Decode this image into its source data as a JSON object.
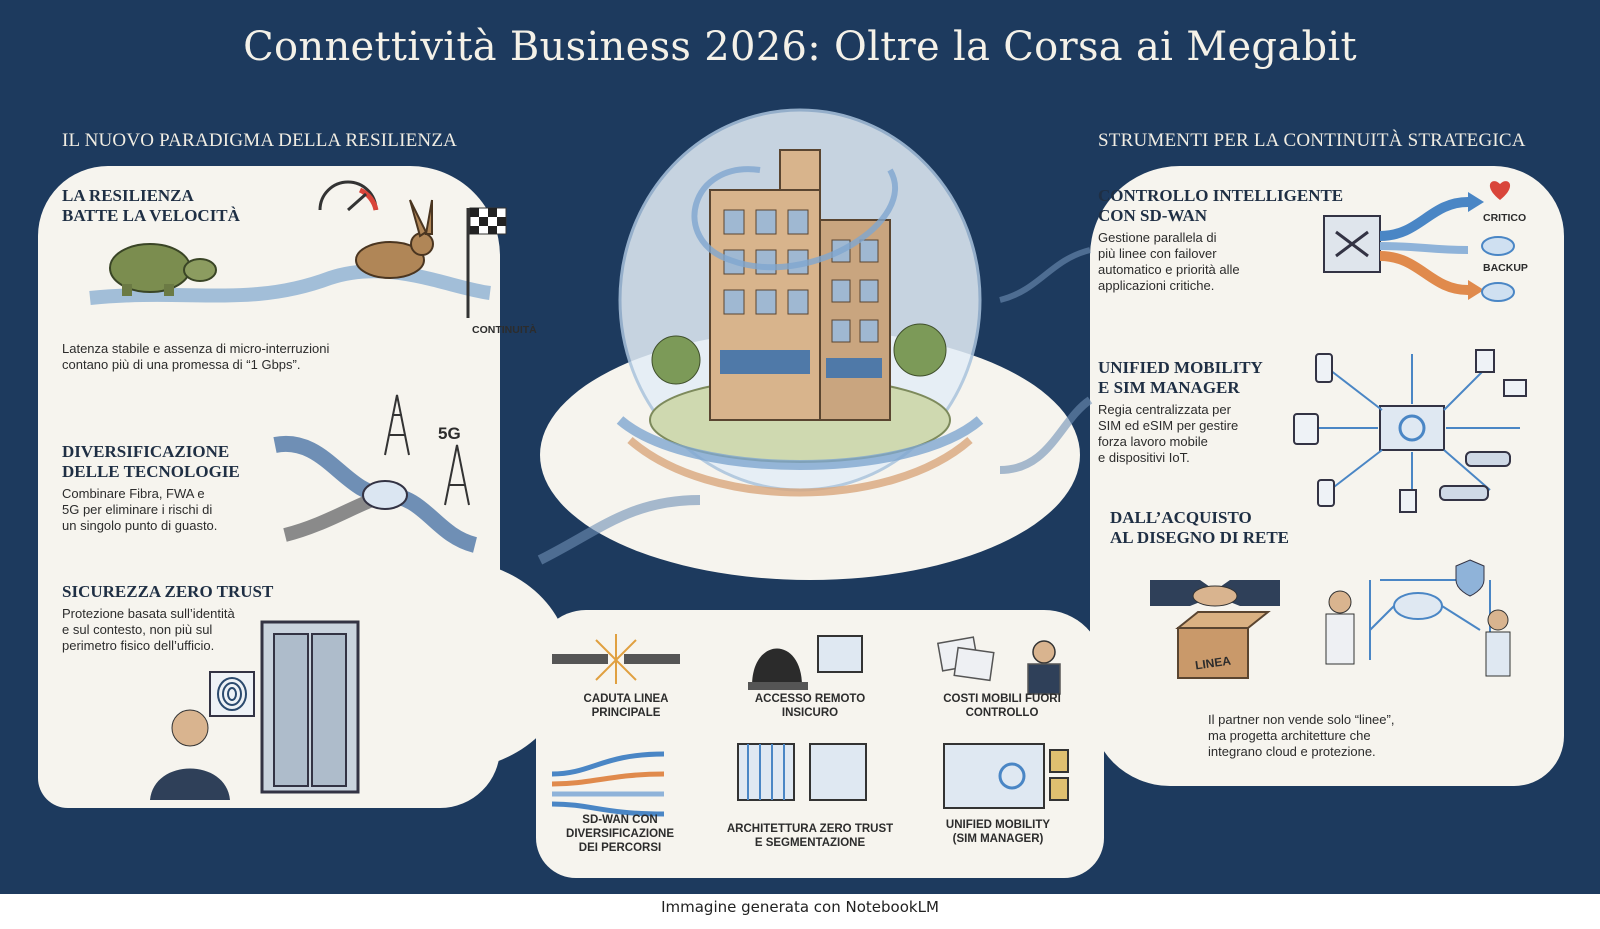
{
  "title": "Connettività Business 2026: Oltre la Corsa ai Megabit",
  "left_section": {
    "heading": "IL NUOVO PARADIGMA DELLA RESILIENZA",
    "items": [
      {
        "title_l1": "LA RESILIENZA",
        "title_l2": "BATTE LA VELOCITÀ",
        "body": [
          "Latenza stabile e assenza di micro-interruzioni",
          "contano più di una promessa di “1 Gbps”."
        ],
        "tag": "CONTINUITÀ"
      },
      {
        "title_l1": "DIVERSIFICAZIONE",
        "title_l2": "DELLE TECNOLOGIE",
        "body": [
          "Combinare Fibra, FWA e",
          "5G per eliminare i rischi di",
          "un singolo punto di guasto."
        ],
        "tag": "5G"
      },
      {
        "title_l1": "SICUREZZA ZERO TRUST",
        "body": [
          "Protezione basata sull’identità",
          "e sul contesto, non più sul",
          "perimetro fisico dell’ufficio."
        ]
      }
    ]
  },
  "right_section": {
    "heading": "STRUMENTI PER LA CONTINUITÀ STRATEGICA",
    "items": [
      {
        "title_l1": "CONTROLLO INTELLIGENTE",
        "title_l2": "CON SD-WAN",
        "body": [
          "Gestione parallela di",
          "più linee con failover",
          "automatico e priorità alle",
          "applicazioni critiche."
        ],
        "tags": [
          "CRITICO",
          "BACKUP"
        ]
      },
      {
        "title_l1": "UNIFIED MOBILITY",
        "title_l2": "E SIM MANAGER",
        "body": [
          "Regia centralizzata per",
          "SIM ed eSIM per gestire",
          "forza lavoro mobile",
          "e dispositivi IoT."
        ]
      },
      {
        "title_l1": "DALL’ACQUISTO",
        "title_l2": "AL DISEGNO DI RETE",
        "box_label": "LINEA",
        "body": [
          "Il partner non vende solo “linee”,",
          "ma progetta architetture che",
          "integrano cloud e protezione."
        ]
      }
    ]
  },
  "bottom_grid": {
    "problems": [
      {
        "l1": "CADUTA LINEA",
        "l2": "PRINCIPALE"
      },
      {
        "l1": "ACCESSO REMOTO",
        "l2": "INSICURO"
      },
      {
        "l1": "COSTI MOBILI FUORI",
        "l2": "CONTROLLO"
      }
    ],
    "solutions": [
      {
        "l1": "SD-WAN CON",
        "l2": "DIVERSIFICAZIONE",
        "l3": "DEI PERCORSI"
      },
      {
        "l1": "ARCHITETTURA ZERO TRUST",
        "l2": "E SEGMENTAZIONE"
      },
      {
        "l1": "UNIFIED MOBILITY",
        "l2": "(SIM MANAGER)"
      }
    ]
  },
  "footer": "Immagine generata con NotebookLM",
  "colors": {
    "background": "#1d3a5e",
    "panel": "#f6f4ee",
    "accent_blue": "#4a86c5",
    "accent_orange": "#e08a4c",
    "accent_red": "#d9453a"
  }
}
